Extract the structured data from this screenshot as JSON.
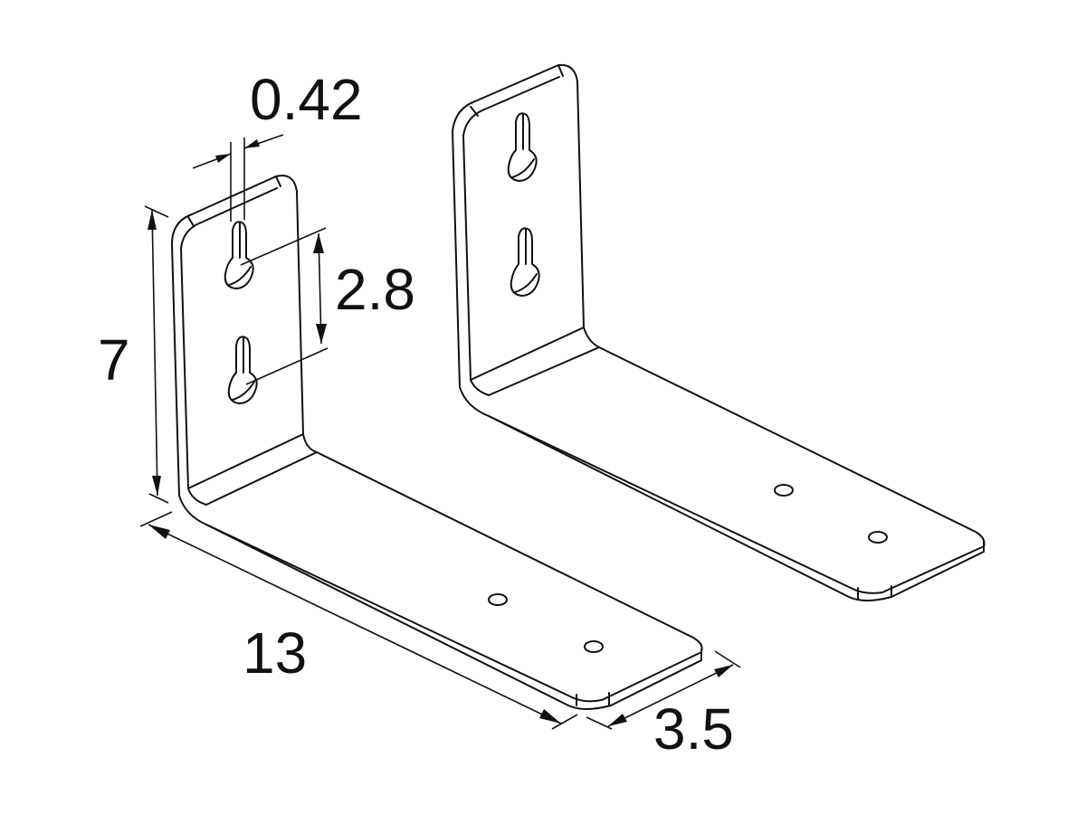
{
  "figure": {
    "type": "technical-drawing",
    "subject": "L-shaped mounting bracket pair with keyhole slots",
    "line_color": "#111111",
    "background": "#ffffff"
  },
  "dimensions": {
    "slot_width": {
      "label": "0.42"
    },
    "slot_spacing": {
      "label": "2.8"
    },
    "height": {
      "label": "7"
    },
    "length": {
      "label": "13"
    },
    "width": {
      "label": "3.5"
    }
  },
  "parts": [
    {
      "name": "front-bracket",
      "keyhole_slots": 2,
      "mounting_holes": 2
    },
    {
      "name": "rear-bracket",
      "keyhole_slots": 2,
      "mounting_holes": 2
    }
  ]
}
